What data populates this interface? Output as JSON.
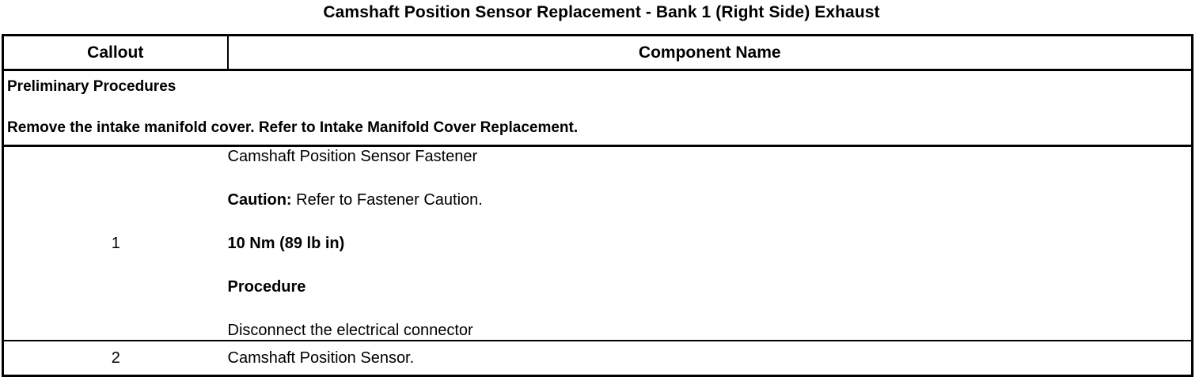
{
  "document": {
    "title": "Camshaft Position Sensor Replacement - Bank 1 (Right Side) Exhaust"
  },
  "table": {
    "headers": {
      "callout": "Callout",
      "component_name": "Component Name"
    },
    "preliminary": {
      "heading": "Preliminary Procedures",
      "text": "Remove the intake manifold cover. Refer to Intake Manifold Cover Replacement."
    },
    "rows": [
      {
        "callout": "1",
        "lines": [
          {
            "text": "Camshaft Position Sensor Fastener",
            "style": "normal"
          },
          {
            "lead": "Caution:",
            "text": " Refer to Fastener Caution.",
            "style": "lead-bold"
          },
          {
            "text": "10 Nm (89 lb in)",
            "style": "bold"
          },
          {
            "text": "Procedure",
            "style": "bold"
          },
          {
            "text": "Disconnect the electrical connector",
            "style": "normal"
          }
        ]
      },
      {
        "callout": "2",
        "lines": [
          {
            "text": "Camshaft Position Sensor.",
            "style": "normal"
          }
        ]
      }
    ]
  }
}
